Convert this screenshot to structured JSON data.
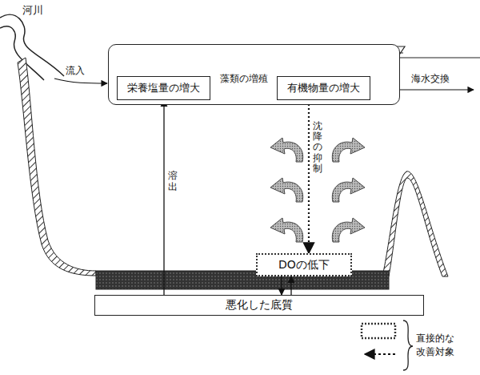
{
  "diagram": {
    "nodes": [
      {
        "text": []
      },
      {
        "text": [
          "栄養塩量の増大"
        ],
        "in": 0
      },
      {
        "text": [
          "有機物量の増大"
        ],
        "in": 0
      },
      {
        "text": [
          "DOの低下"
        ]
      },
      {
        "text": [
          "悪化した底質"
        ]
      }
    ],
    "edges": [
      {
        "from": 1,
        "to": 2,
        "label": "藻類の増殖",
        "arrow": "to"
      },
      {
        "from": 2,
        "to": 3,
        "label": "沈降の抑制",
        "arrow": "to"
      },
      {
        "from": 4,
        "to": 1,
        "label": "溶出",
        "arrow": "to"
      },
      {
        "from": 3,
        "to": 4,
        "arrow": "to"
      },
      {
        "from": 4,
        "to": 3,
        "arrow": "to"
      }
    ],
    "labels": [
      "河川",
      "流入",
      "海水交換"
    ],
    "legend": [
      {
        "text": "直接的な 改善対象"
      }
    ]
  }
}
